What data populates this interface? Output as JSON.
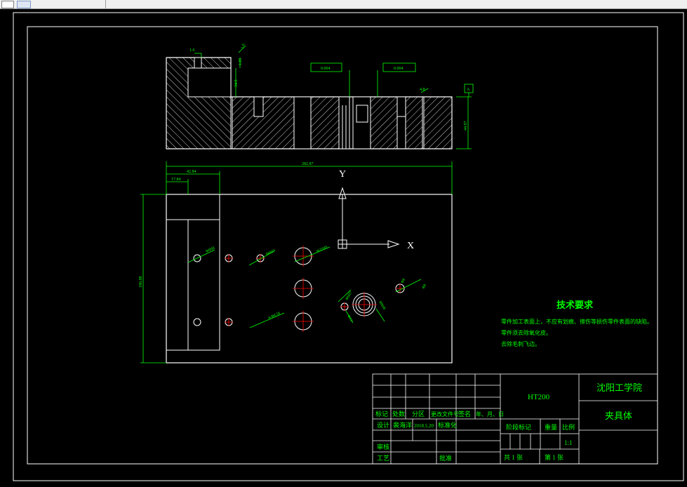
{
  "colors": {
    "background": "#000000",
    "frame": "#ffffff",
    "dimension": "#00ff00",
    "center_mark": "#ff0000",
    "tech_text": "#00ff00",
    "title_text": "#00ff00"
  },
  "toolbar": {
    "field_icon": "window-icon",
    "button_icon": "layer-button-icon"
  },
  "drawing": {
    "dims": {
      "top_w1": "1.6",
      "top_flat": "1.6",
      "top_h1": "1.85",
      "top_h2": "34.9",
      "right_h": "44.97",
      "small_w": "4.8",
      "tol1": "0.004",
      "tol2": "0.004",
      "datum": "A",
      "total_w": "282.87",
      "w_4284": "42.84",
      "w_1784": "17.84",
      "height_left": "186.88"
    },
    "view_labels": {
      "y_axis": "Y",
      "x_axis": "X"
    },
    "hole_callouts": [
      "Φ8H8",
      "Φ6H7",
      "Φ35H8",
      "Φ8",
      "4-Φ8.58",
      "Φ6H7",
      "Φ8H8",
      "Φ13",
      "Φ8"
    ]
  },
  "technical_requirements": {
    "title": "技术要求",
    "lines": [
      "零件加工表面上，不应有划痕、擦伤等损伤零件表面的缺陷。",
      "零件须去除氧化皮。",
      "去除毛刺飞边。"
    ]
  },
  "title_block": {
    "material": "HT200",
    "school": "沈阳工学院",
    "part_name": "夹具体",
    "labels": {
      "mark": "标记",
      "count": "处数",
      "zone": "分区",
      "doc_no": "更改文件号",
      "sign": "签名",
      "date": "年、月、日",
      "design": "设计",
      "designer": "裴海洋",
      "design_date": "2018.5.20",
      "standard": "标准化",
      "review": "审核",
      "process": "工艺",
      "approve": "批准",
      "stage_mark": "阶段标记",
      "weight": "重量",
      "scale": "比例",
      "scale_value": "1:1",
      "total_sheets": "共 1 张",
      "sheet_no": "第 1 张"
    }
  }
}
